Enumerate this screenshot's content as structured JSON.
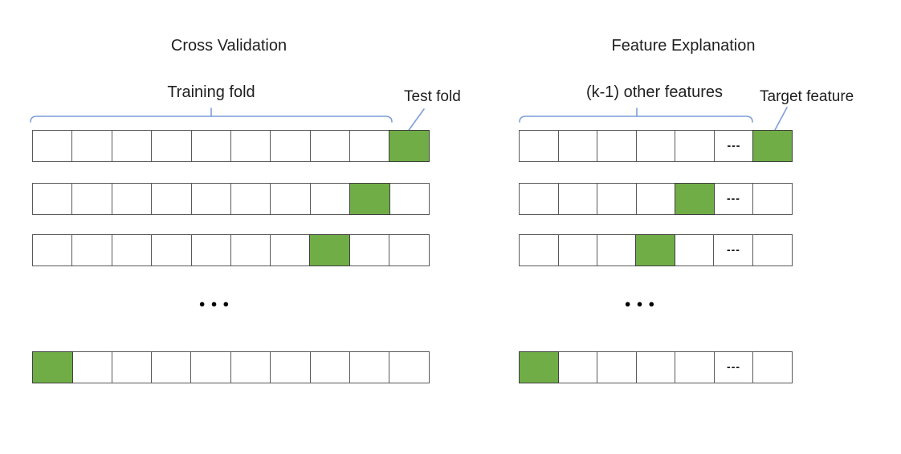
{
  "diagram": {
    "left": {
      "title": "Cross Validation",
      "bracket_label": "Training fold",
      "callout_label": "Test fold",
      "ellipsis": "●●●",
      "rows": [
        [
          "white",
          "white",
          "white",
          "white",
          "white",
          "white",
          "white",
          "white",
          "white",
          "green"
        ],
        [
          "white",
          "white",
          "white",
          "white",
          "white",
          "white",
          "white",
          "white",
          "green",
          "white"
        ],
        [
          "white",
          "white",
          "white",
          "white",
          "white",
          "white",
          "white",
          "green",
          "white",
          "white"
        ],
        [
          "green",
          "white",
          "white",
          "white",
          "white",
          "white",
          "white",
          "white",
          "white",
          "white"
        ]
      ]
    },
    "right": {
      "title": "Feature Explanation",
      "bracket_label": "(k-1) other features",
      "callout_label": "Target feature",
      "dash": "---",
      "ellipsis": "●●●",
      "rows": [
        [
          "white",
          "white",
          "white",
          "white",
          "white",
          "dash",
          "green"
        ],
        [
          "white",
          "white",
          "white",
          "white",
          "green",
          "dash",
          "white"
        ],
        [
          "white",
          "white",
          "white",
          "green",
          "white",
          "dash",
          "white"
        ],
        [
          "green",
          "white",
          "white",
          "white",
          "white",
          "dash",
          "white"
        ]
      ]
    },
    "colors": {
      "highlight_green": "#70AD47",
      "highlight_border": "#3F3F3F",
      "cell_border": "#595959",
      "bracket_blue": "#7D9ED9",
      "text": "#1F1F1F"
    }
  }
}
